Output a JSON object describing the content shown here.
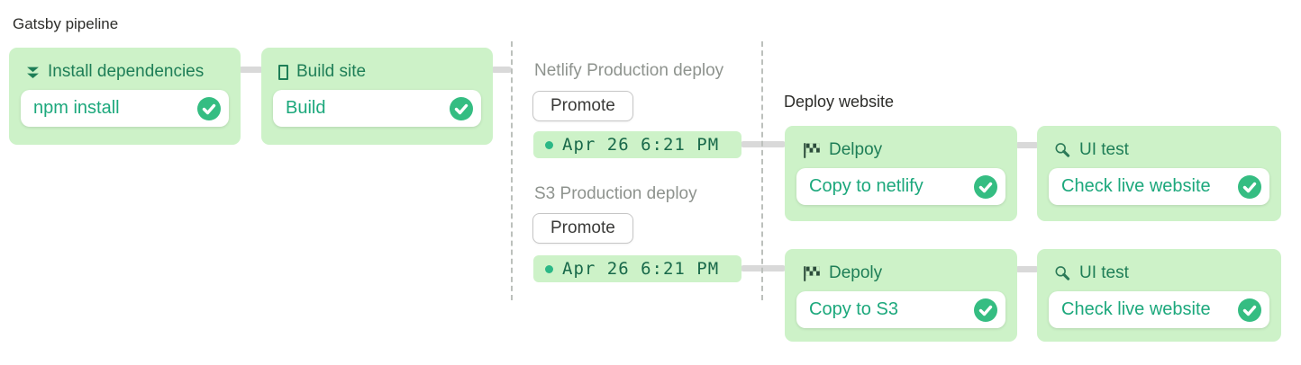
{
  "title": "Gatsby pipeline",
  "pipeline": {
    "install": {
      "header": "Install dependencies",
      "action": "npm install",
      "status": "success"
    },
    "build": {
      "header": "Build site",
      "action": "Build",
      "status": "success"
    }
  },
  "promotions": [
    {
      "heading": "Netlify Production deploy",
      "button": "Promote",
      "timestamp": "Apr 26 6:21 PM"
    },
    {
      "heading": "S3 Production deploy",
      "button": "Promote",
      "timestamp": "Apr 26 6:21 PM"
    }
  ],
  "deploy_group": {
    "heading": "Deploy website",
    "rows": [
      {
        "deploy_header": "Delpoy",
        "deploy_action": "Copy to netlify",
        "deploy_status": "success",
        "test_header": "UI test",
        "test_action": "Check live website",
        "test_status": "success"
      },
      {
        "deploy_header": "Depoly",
        "deploy_action": "Copy to S3",
        "deploy_status": "success",
        "test_header": "UI test",
        "test_action": "Check live website",
        "test_status": "success"
      }
    ]
  },
  "colors": {
    "card_green": "#cdf2c8",
    "success_check": "#35bd82",
    "action_text": "#1ca87c",
    "card_header_text": "#1e7e57",
    "timestamp_text": "#19694a",
    "timestamp_dot": "#2bb886",
    "muted_heading": "#8e938e",
    "dark_text": "#2d2d2a",
    "connector_gray": "#d9d9d9",
    "dashed_divider": "#bcc0bc"
  }
}
